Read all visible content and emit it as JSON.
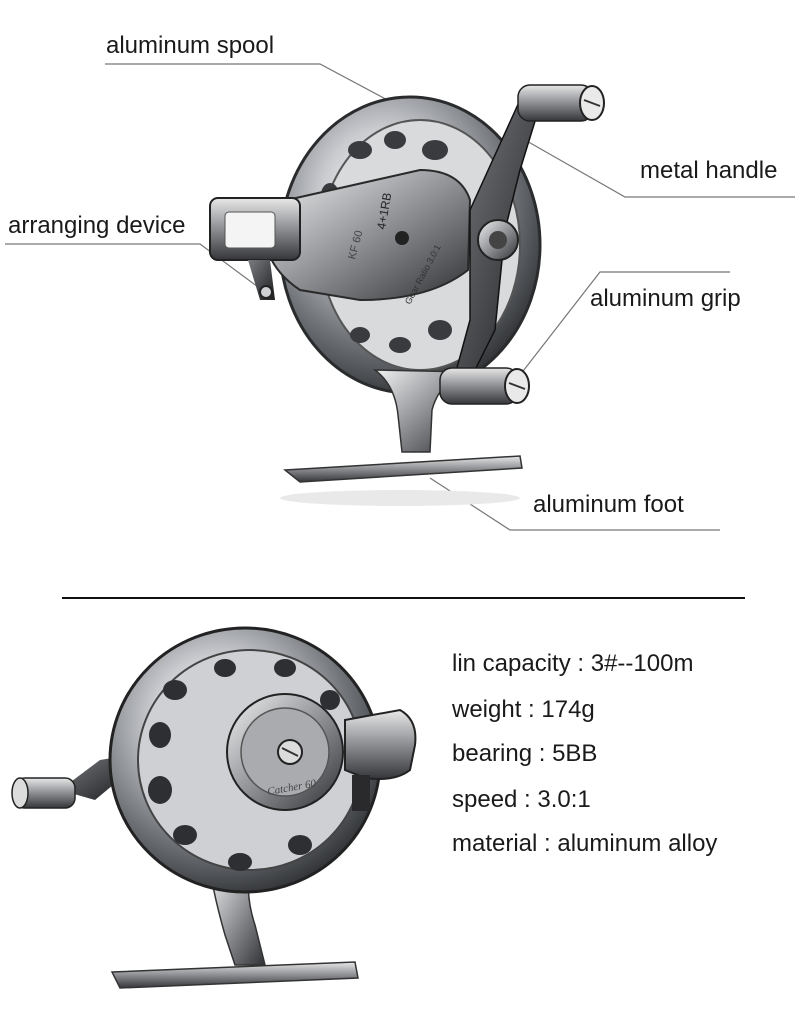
{
  "callouts": {
    "spool": "aluminum spool",
    "handle": "metal handle",
    "arranging": "arranging device",
    "grip": "aluminum grip",
    "foot": "aluminum foot"
  },
  "reel_markings": {
    "bearing": "4+1RB",
    "model": "KF 60",
    "ratio": "Gear Ratio 3.0:1",
    "brand": "Catcher 60"
  },
  "specs": [
    "lin capacity : 3#--100m",
    "weight : 174g",
    "bearing : 5BB",
    "speed : 3.0:1",
    "material : aluminum alloy"
  ]
}
